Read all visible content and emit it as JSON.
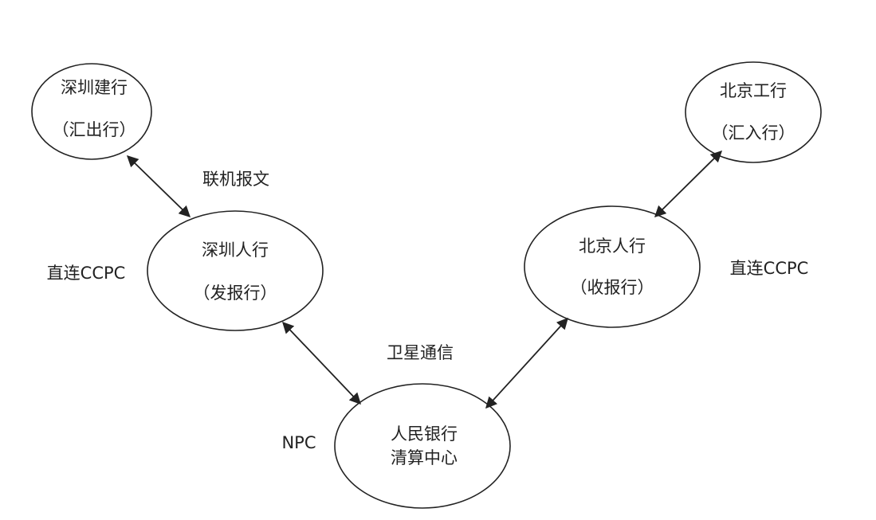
{
  "nodes": {
    "sz_ccb": {
      "line1": "深圳建行",
      "line2": "（汇出行）"
    },
    "bj_icbc": {
      "line1": "北京工行",
      "line2": "（汇入行）"
    },
    "sz_pbc": {
      "line1": "深圳人行",
      "line2": "（发报行）"
    },
    "bj_pbc": {
      "line1": "北京人行",
      "line2": "（收报行）"
    },
    "npc": {
      "line1": "人民银行",
      "line2": "清算中心"
    }
  },
  "labels": {
    "online_message": "联机报文",
    "direct_ccpc_left": "直连CCPC",
    "direct_ccpc_right": "直连CCPC",
    "satellite": "卫星通信",
    "npc": "NPC"
  },
  "colors": {
    "stroke": "#222222"
  }
}
